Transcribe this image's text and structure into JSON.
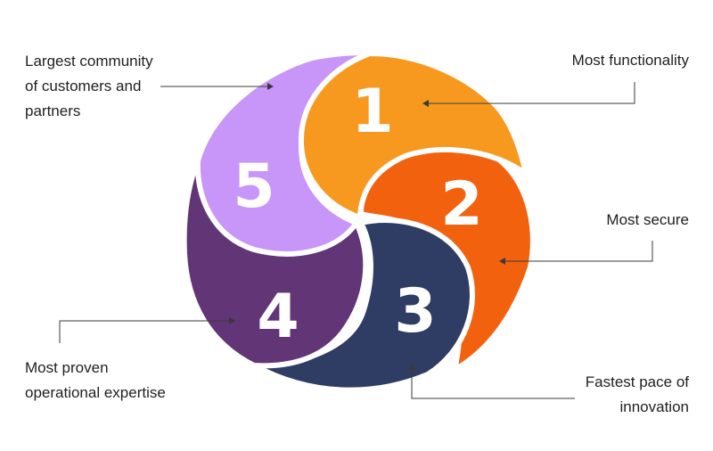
{
  "segments": [
    {
      "number": "1",
      "color": "#F7991F",
      "lines": [
        "Most functionality"
      ]
    },
    {
      "number": "2",
      "color": "#F2620E",
      "lines": [
        "Most secure"
      ]
    },
    {
      "number": "3",
      "color": "#2F3D64",
      "lines": [
        "Fastest pace of",
        "innovation"
      ]
    },
    {
      "number": "4",
      "color": "#613576",
      "lines": [
        "Most proven",
        "operational expertise"
      ]
    },
    {
      "number": "5",
      "color": "#C896F8",
      "lines": [
        "Largest community",
        "of customers and",
        "partners"
      ]
    }
  ],
  "connector_color": "#3a3a3a"
}
